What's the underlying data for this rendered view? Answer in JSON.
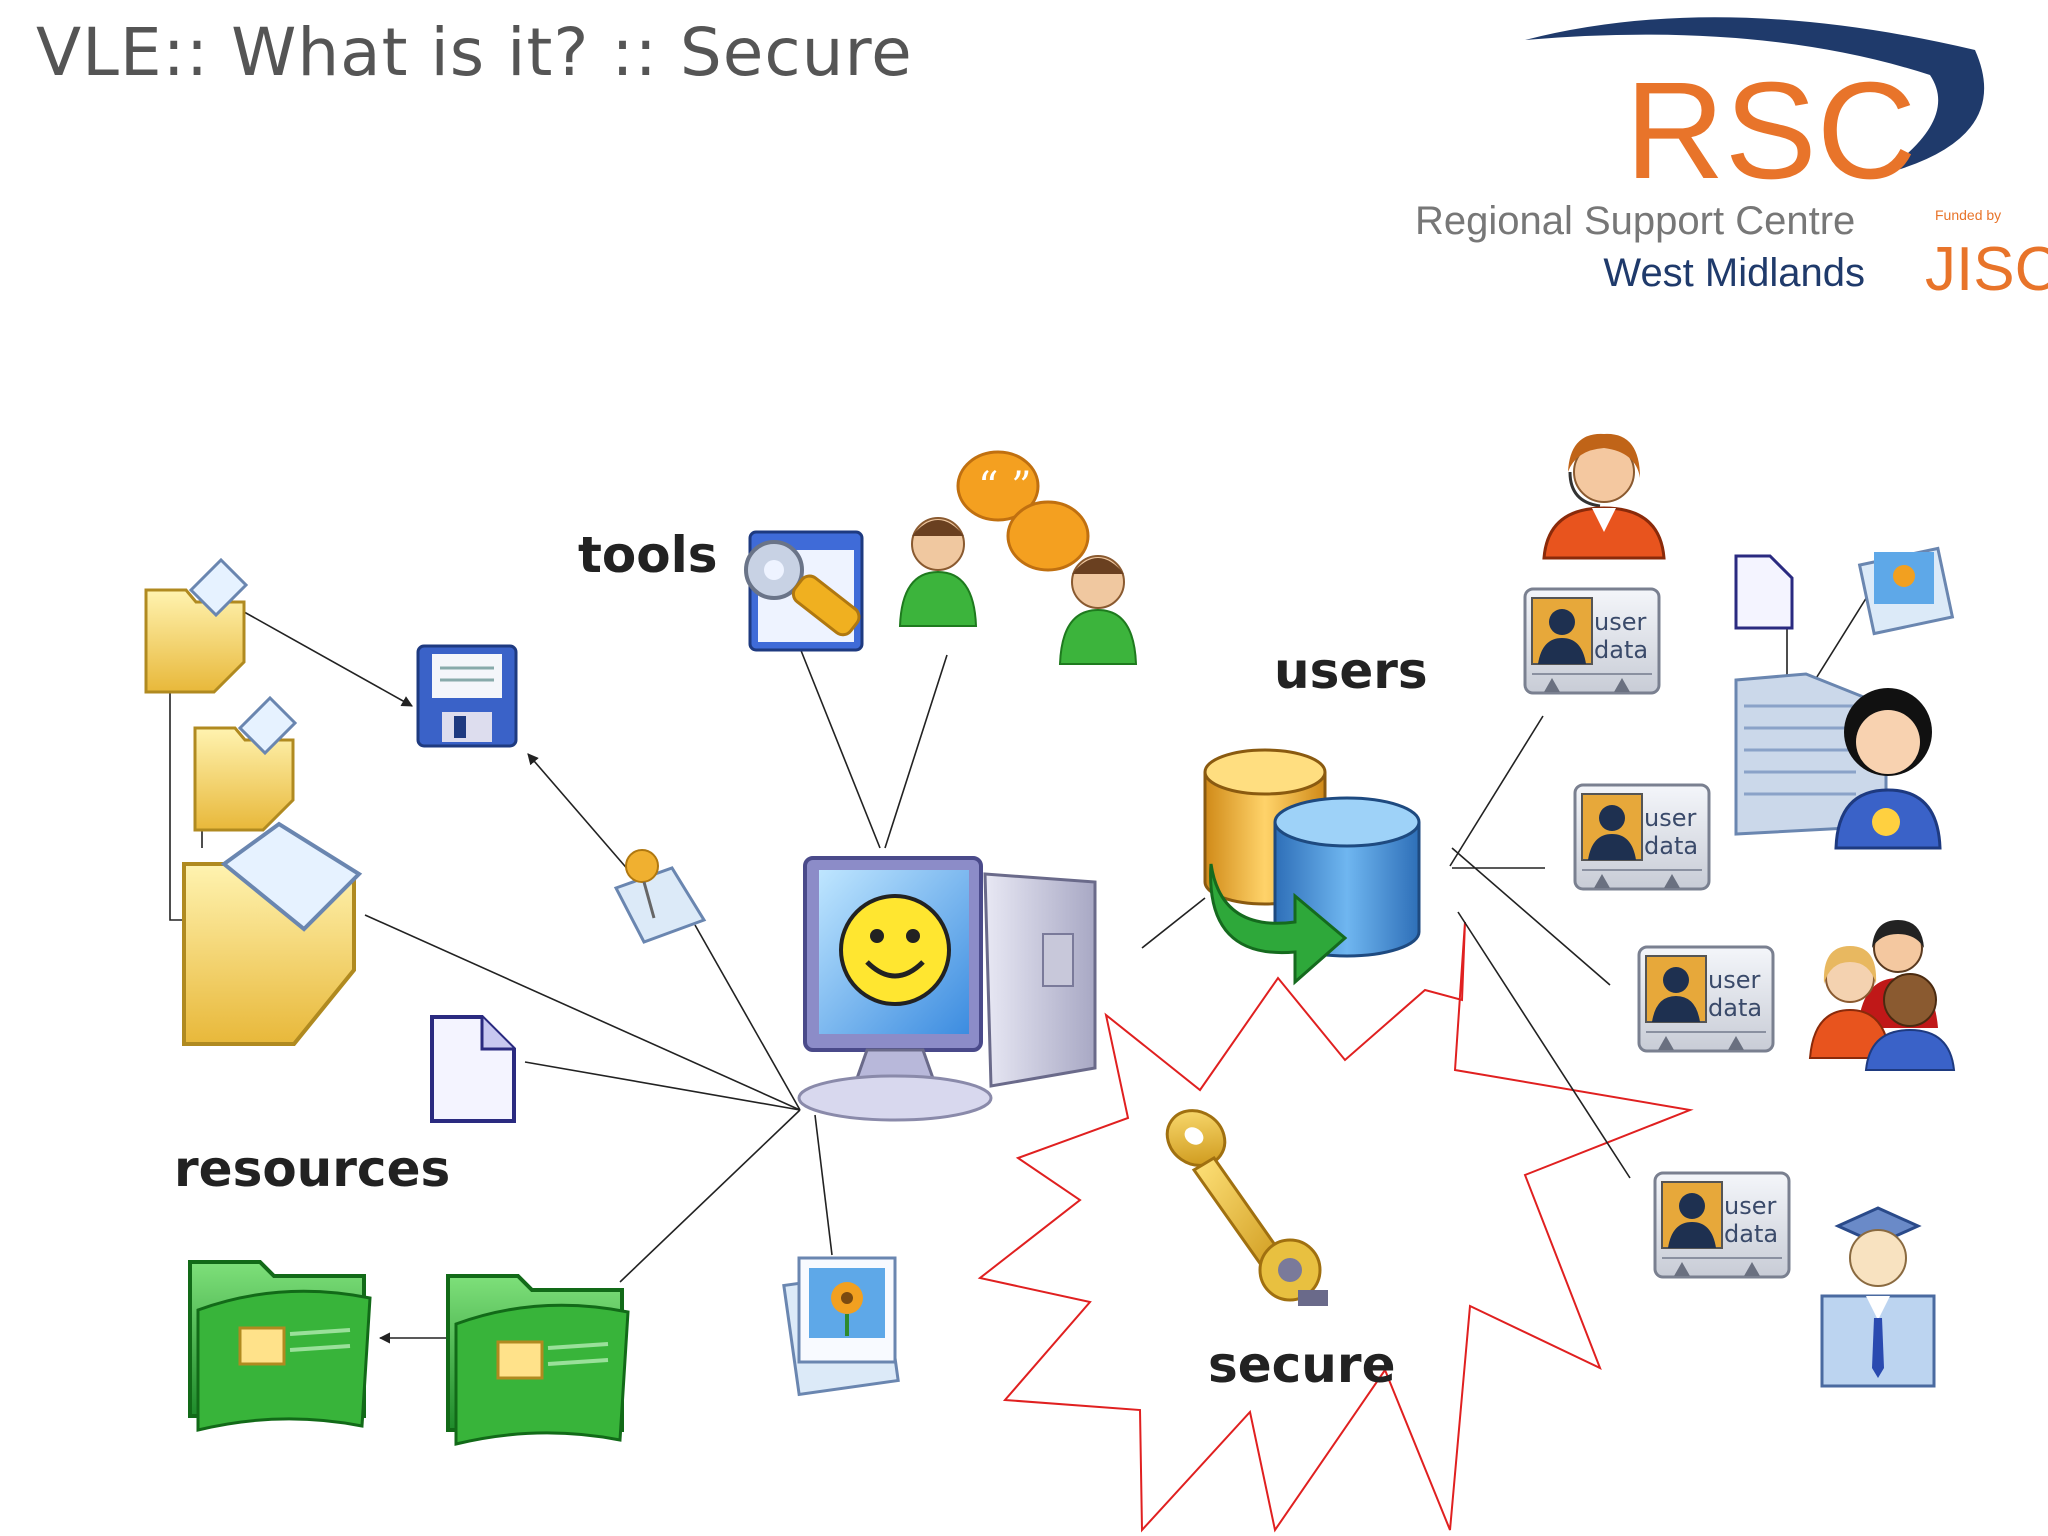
{
  "slide": {
    "title": "VLE:: What is it? :: Secure"
  },
  "logo": {
    "acronym": "RSC",
    "line1": "Regional Support Centre",
    "line2": "West Midlands",
    "funded_by": "Funded by",
    "funder": "JISC",
    "colors": {
      "orange": "#E8742A",
      "navy": "#1F3A6B",
      "grey": "#777777"
    }
  },
  "diagram": {
    "labels": {
      "tools": "tools",
      "users": "users",
      "resources": "resources",
      "secure": "secure"
    },
    "user_card_text": {
      "line1": "user",
      "line2": "data"
    },
    "icons": [
      "folder-icon",
      "floppy-disk-icon",
      "pushpin-note-icon",
      "document-icon",
      "green-folder-icon",
      "photo-icon",
      "settings-window-icon",
      "chat-people-icon",
      "computer-smiley-icon",
      "database-icon",
      "key-icon",
      "helpdesk-user-icon",
      "user-data-card-icon",
      "teacher-icon",
      "group-icon",
      "graduate-icon"
    ],
    "colors": {
      "burst": "#E02020",
      "lines": "#222222"
    }
  }
}
